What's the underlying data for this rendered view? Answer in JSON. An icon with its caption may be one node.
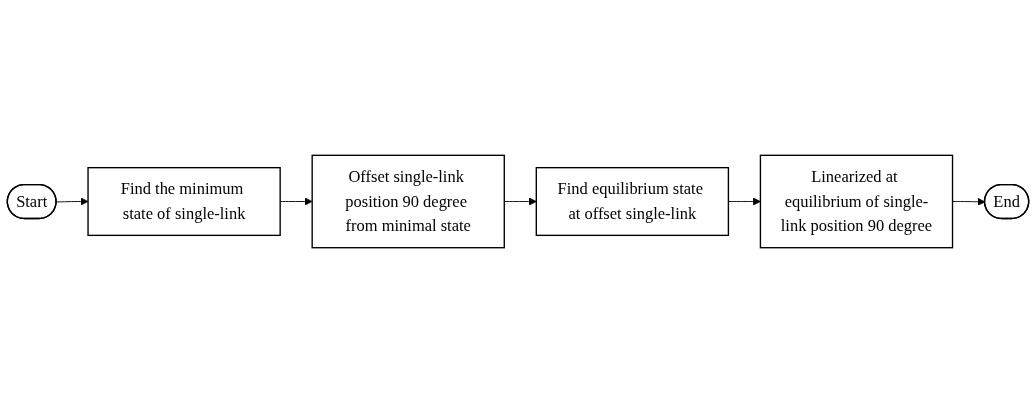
{
  "diagram": {
    "nodes": [
      {
        "text": [
          "Start"
        ]
      },
      {
        "text": [
          "Find the minimum state of single-link"
        ]
      },
      {
        "text": [
          "Offset single-link position 90 degree from minimal state"
        ]
      },
      {
        "text": [
          "Find equilibrium state at offset single-link"
        ]
      },
      {
        "text": [
          "Linearized at equilibrium of single-link position 90 degree"
        ]
      },
      {
        "text": [
          "End"
        ]
      }
    ],
    "edges": [
      {
        "from": 0,
        "to": 1,
        "arrow": "to"
      },
      {
        "from": 1,
        "to": 2,
        "arrow": "to"
      },
      {
        "from": 2,
        "to": 3,
        "arrow": "to"
      },
      {
        "from": 3,
        "to": 4,
        "arrow": "to"
      },
      {
        "from": 4,
        "to": 5,
        "arrow": "to"
      }
    ]
  }
}
